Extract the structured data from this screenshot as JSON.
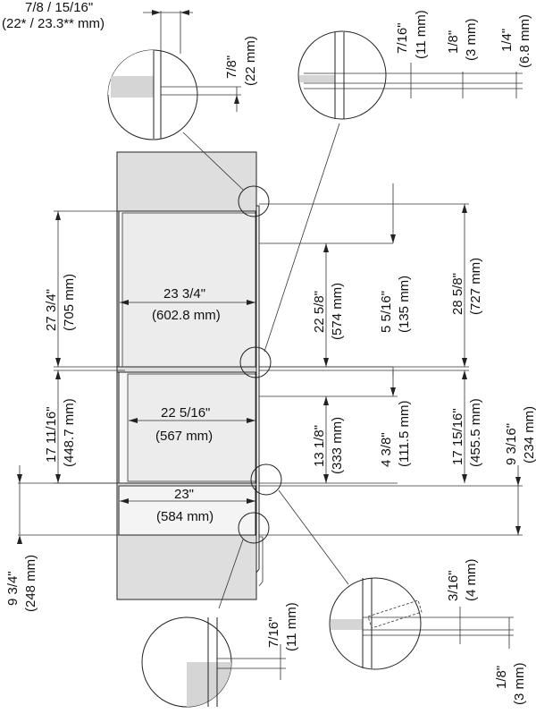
{
  "colors": {
    "panel": "#dedede",
    "frame": "#e9e9e9",
    "line": "#222222",
    "shade": "#bdbdbd"
  },
  "labels": {
    "top_fraction": "7/8 / 15/16\"",
    "top_mm": "(22* / 23.3** mm)",
    "d_7_8": "7/8\"",
    "d_22mm": "(22 mm)",
    "d_7_16": "7/16\"",
    "d_11mm": "(11 mm)",
    "d_1_8": "1/8\"",
    "d_3mm": "(3 mm)",
    "d_1_4": "1/4\"",
    "d_6_8mm": "(6.8 mm)",
    "d_27_3_4": "27 3/4\"",
    "d_705mm": "(705 mm)",
    "d_23_3_4": "23 3/4\"",
    "d_602_8mm": "(602.8 mm)",
    "d_22_5_8": "22 5/8\"",
    "d_574mm": "(574 mm)",
    "d_5_5_16": "5 5/16\"",
    "d_135mm": "(135 mm)",
    "d_28_5_8": "28 5/8\"",
    "d_727mm": "(727 mm)",
    "d_17_11_16": "17 11/16\"",
    "d_448_7mm": "(448.7 mm)",
    "d_22_5_16": "22 5/16\"",
    "d_567mm": "(567 mm)",
    "d_13_1_8": "13 1/8\"",
    "d_333mm": "(333 mm)",
    "d_4_3_8": "4 3/8\"",
    "d_111_5mm": "(111.5 mm)",
    "d_17_15_16": "17 15/16\"",
    "d_455_5mm": "(455.5 mm)",
    "d_9_3_16": "9 3/16\"",
    "d_234mm": "(234 mm)",
    "d_23": "23\"",
    "d_584mm": "(584 mm)",
    "d_9_3_4": "9 3/4\"",
    "d_248mm": "(248 mm)",
    "d_3_16": "3/16\"",
    "d_4mm": "(4 mm)",
    "d_7_16b": "7/16\"",
    "d_11mm_b": "(11 mm)",
    "d_1_8b": "1/8\"",
    "d_3mm_b": "(3 mm)"
  }
}
